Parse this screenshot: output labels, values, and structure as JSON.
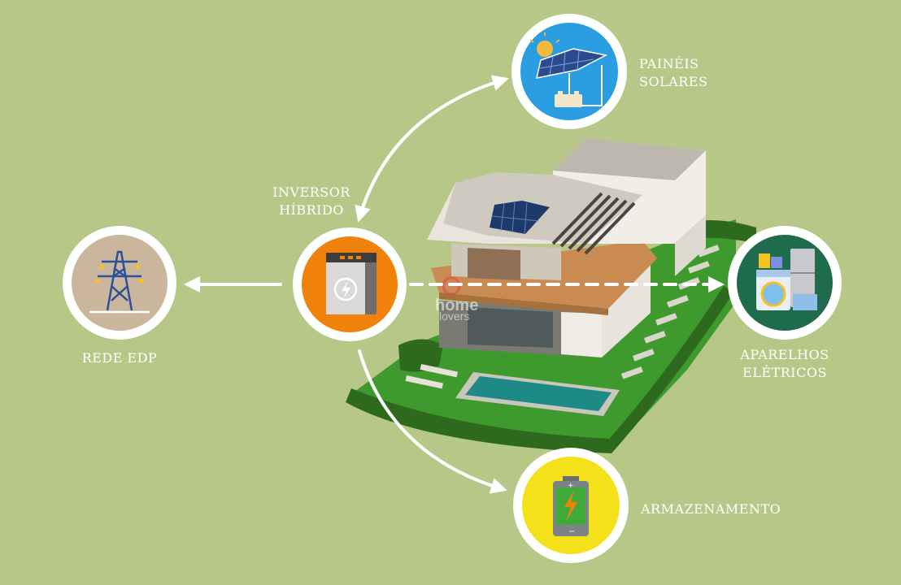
{
  "colors": {
    "background": "#b6c787",
    "solar_circle": "#2a9ee0",
    "inverter_circle": "#f0820c",
    "grid_circle": "#c9b69c",
    "appliances_circle": "#1f6b4e",
    "storage_circle": "#f4e11a",
    "arrow": "#ffffff"
  },
  "nodes": {
    "solar": {
      "line1": "PAINÉIS",
      "line2": "SOLARES",
      "icon": "solar-panel-icon"
    },
    "inverter": {
      "line1": "INVERSOR",
      "line2": "HÍBRIDO",
      "icon": "inverter-icon"
    },
    "grid": {
      "line1": "REDE EDP",
      "icon": "power-tower-icon"
    },
    "appliances": {
      "line1": "APARELHOS",
      "line2": "ELÉTRICOS",
      "icon": "appliances-icon"
    },
    "storage": {
      "line1": "ARMAZENAMENTO",
      "icon": "battery-icon"
    }
  },
  "watermark": {
    "line1": "home",
    "line2": "lovers"
  }
}
